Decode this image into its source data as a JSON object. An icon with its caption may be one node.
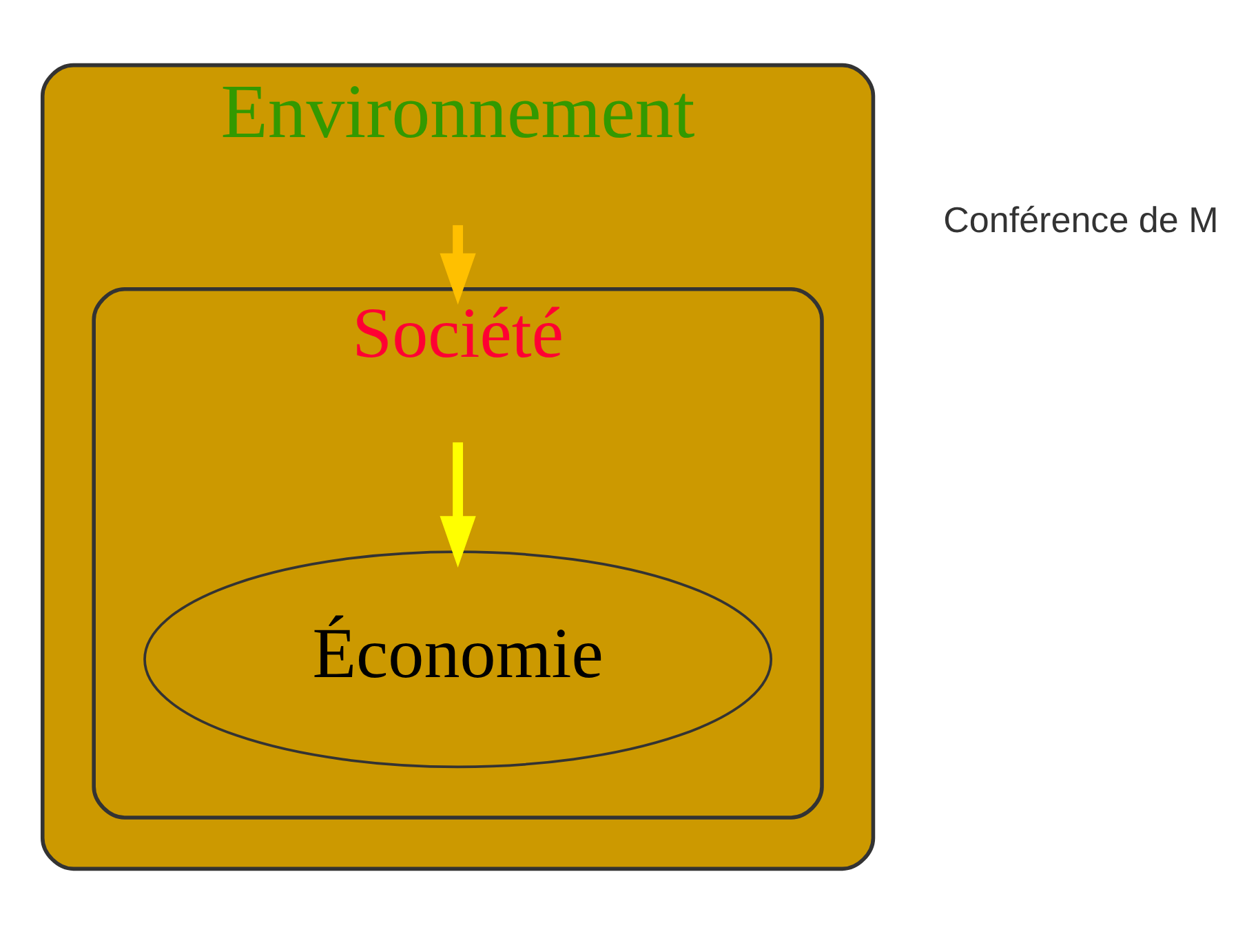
{
  "diagram": {
    "nodes": [
      {
        "text": [
          "Environnement"
        ]
      },
      {
        "text": [
          "Société"
        ],
        "in": 0
      },
      {
        "text": [
          "Économie"
        ],
        "in": 1
      }
    ],
    "edges": [
      {
        "from": 0,
        "to": 1,
        "arrow": "to",
        "color": "#ffc000"
      },
      {
        "from": 1,
        "to": 2,
        "arrow": "to",
        "color": "#ffff00"
      }
    ],
    "labels": [
      "Conférence de M"
    ]
  }
}
